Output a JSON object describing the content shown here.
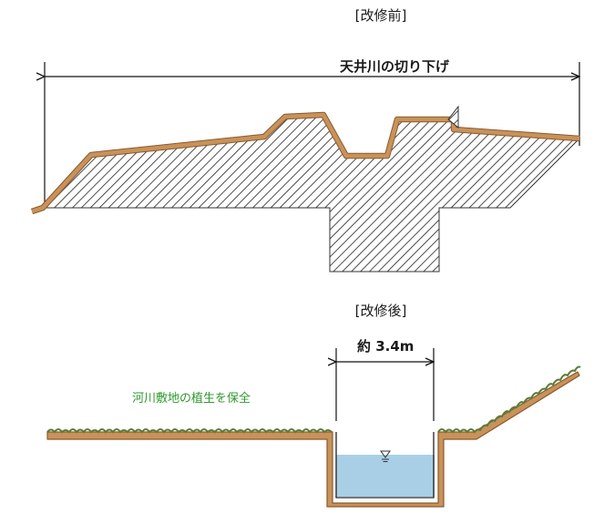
{
  "before": {
    "heading": "[改修前]",
    "span_label": "天井川の切り下げ"
  },
  "after": {
    "heading": "[改修後]",
    "width_label": "約 3.4m",
    "vegetation_label": "河川敷地の植生を保全"
  },
  "colors": {
    "soil": "#c8925a",
    "soil_edge": "#8a5a2e",
    "hatch": "#222222",
    "water": "#a9cfe6",
    "grass": "#5a7d3a",
    "vegetation_text": "#2e9a2e"
  }
}
